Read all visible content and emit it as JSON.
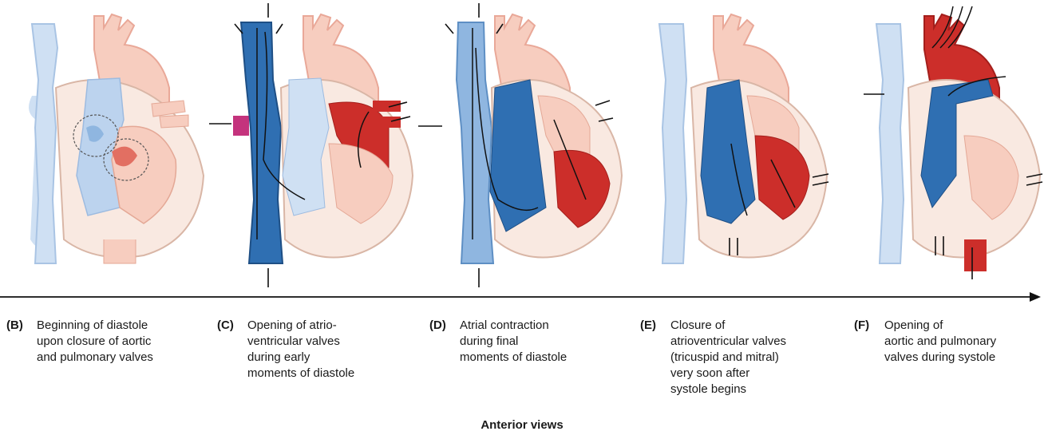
{
  "colors": {
    "deoxygenated_light": "#cfe0f3",
    "deoxygenated_mid": "#8fb6e0",
    "deoxygenated_dark": "#2f6fb2",
    "oxygenated_light": "#f7cdbf",
    "oxygenated_mid": "#ec8a78",
    "oxygenated_dark": "#cc2e2a",
    "valve": "#b9a6dc",
    "pericardium": "#f9e9e1",
    "arrow": "#111111"
  },
  "panels": [
    {
      "letter": "(B)",
      "caption": "Beginning of diastole\nupon closure of aortic\nand pulmonary valves"
    },
    {
      "letter": "(C)",
      "caption": "Opening of atrio-\nventricular valves\nduring early\nmoments of diastole"
    },
    {
      "letter": "(D)",
      "caption": "Atrial contraction\nduring final\nmoments of diastole"
    },
    {
      "letter": "(E)",
      "caption": "Closure of\natrioventricular valves\n(tricuspid and mitral)\nvery soon after\nsystole begins"
    },
    {
      "letter": "(F)",
      "caption": "Opening of\naortic and pulmonary\nvalves during systole"
    }
  ],
  "footer": "Anterior views"
}
